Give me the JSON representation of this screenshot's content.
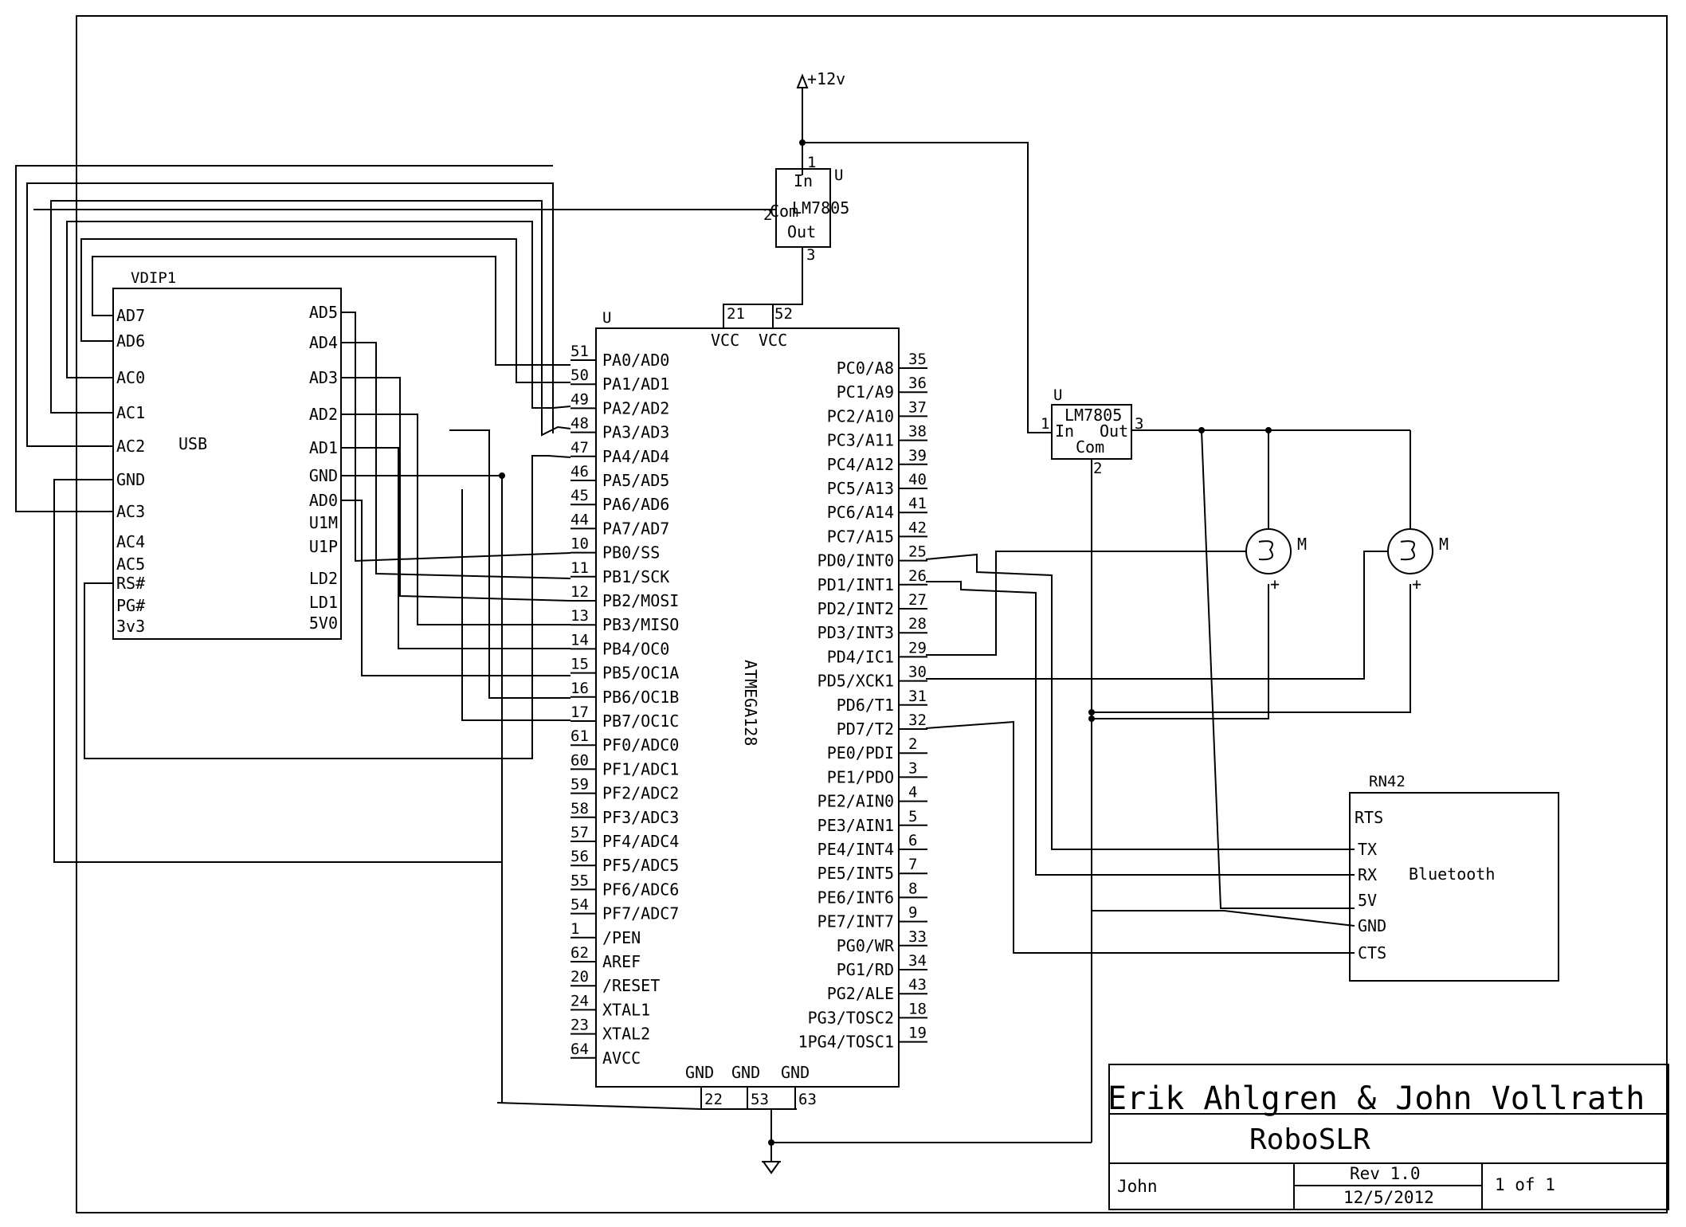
{
  "title_block": {
    "authors": "Erik Ahlgren & John Vollrath",
    "project": "RoboSLR",
    "drawn_by": "John",
    "revision": "Rev 1.0",
    "date": "12/5/2012",
    "sheet": "1 of 1"
  },
  "power": {
    "supply_label": "+12v"
  },
  "regulator_top": {
    "ref": "U",
    "part": "LM7805",
    "pin_in": "In",
    "pin_com": "Com",
    "pin_out": "Out",
    "n_in": "1",
    "n_com": "2",
    "n_out": "3"
  },
  "regulator_right": {
    "ref": "U",
    "part": "LM7805",
    "pin_in": "In",
    "pin_com": "Com",
    "pin_out": "Out",
    "n_in": "1",
    "n_com": "2",
    "n_out": "3"
  },
  "mcu": {
    "ref": "U",
    "part": "ATMEGA128",
    "top_pins": [
      {
        "name": "VCC",
        "num": "21"
      },
      {
        "name": "VCC",
        "num": "52"
      }
    ],
    "bottom_pins": [
      {
        "name": "GND",
        "num": "22"
      },
      {
        "name": "GND",
        "num": "53"
      },
      {
        "name": "GND",
        "num": "63"
      }
    ],
    "left_pins": [
      {
        "name": "PA0/AD0",
        "num": "51"
      },
      {
        "name": "PA1/AD1",
        "num": "50"
      },
      {
        "name": "PA2/AD2",
        "num": "49"
      },
      {
        "name": "PA3/AD3",
        "num": "48"
      },
      {
        "name": "PA4/AD4",
        "num": "47"
      },
      {
        "name": "PA5/AD5",
        "num": "46"
      },
      {
        "name": "PA6/AD6",
        "num": "45"
      },
      {
        "name": "PA7/AD7",
        "num": "44"
      },
      {
        "name": "PB0/SS",
        "num": "10"
      },
      {
        "name": "PB1/SCK",
        "num": "11"
      },
      {
        "name": "PB2/MOSI",
        "num": "12"
      },
      {
        "name": "PB3/MISO",
        "num": "13"
      },
      {
        "name": "PB4/OC0",
        "num": "14"
      },
      {
        "name": "PB5/OC1A",
        "num": "15"
      },
      {
        "name": "PB6/OC1B",
        "num": "16"
      },
      {
        "name": "PB7/OC1C",
        "num": "17"
      },
      {
        "name": "PF0/ADC0",
        "num": "61"
      },
      {
        "name": "PF1/ADC1",
        "num": "60"
      },
      {
        "name": "PF2/ADC2",
        "num": "59"
      },
      {
        "name": "PF3/ADC3",
        "num": "58"
      },
      {
        "name": "PF4/ADC4",
        "num": "57"
      },
      {
        "name": "PF5/ADC5",
        "num": "56"
      },
      {
        "name": "PF6/ADC6",
        "num": "55"
      },
      {
        "name": "PF7/ADC7",
        "num": "54"
      },
      {
        "name": "/PEN",
        "num": "1"
      },
      {
        "name": "AREF",
        "num": "62"
      },
      {
        "name": "/RESET",
        "num": "20"
      },
      {
        "name": "XTAL1",
        "num": "24"
      },
      {
        "name": "XTAL2",
        "num": "23"
      },
      {
        "name": "AVCC",
        "num": "64"
      }
    ],
    "right_pins": [
      {
        "name": "PC0/A8",
        "num": "35"
      },
      {
        "name": "PC1/A9",
        "num": "36"
      },
      {
        "name": "PC2/A10",
        "num": "37"
      },
      {
        "name": "PC3/A11",
        "num": "38"
      },
      {
        "name": "PC4/A12",
        "num": "39"
      },
      {
        "name": "PC5/A13",
        "num": "40"
      },
      {
        "name": "PC6/A14",
        "num": "41"
      },
      {
        "name": "PC7/A15",
        "num": "42"
      },
      {
        "name": "PD0/INT0",
        "num": "25"
      },
      {
        "name": "PD1/INT1",
        "num": "26"
      },
      {
        "name": "PD2/INT2",
        "num": "27"
      },
      {
        "name": "PD3/INT3",
        "num": "28"
      },
      {
        "name": "PD4/IC1",
        "num": "29"
      },
      {
        "name": "PD5/XCK1",
        "num": "30"
      },
      {
        "name": "PD6/T1",
        "num": "31"
      },
      {
        "name": "PD7/T2",
        "num": "32"
      },
      {
        "name": "PE0/PDI",
        "num": "2"
      },
      {
        "name": "PE1/PDO",
        "num": "3"
      },
      {
        "name": "PE2/AIN0",
        "num": "4"
      },
      {
        "name": "PE3/AIN1",
        "num": "5"
      },
      {
        "name": "PE4/INT4",
        "num": "6"
      },
      {
        "name": "PE5/INT5",
        "num": "7"
      },
      {
        "name": "PE6/INT6",
        "num": "8"
      },
      {
        "name": "PE7/INT7",
        "num": "9"
      },
      {
        "name": "PG0/WR",
        "num": "33"
      },
      {
        "name": "PG1/RD",
        "num": "34"
      },
      {
        "name": "PG2/ALE",
        "num": "43"
      },
      {
        "name": "PG3/TOSC2",
        "num": "18"
      },
      {
        "name": "1PG4/TOSC1",
        "num": "19"
      }
    ]
  },
  "usb": {
    "ref": "VDIP1",
    "center_label": "USB",
    "left_pins": [
      "AD7",
      "AD6",
      "AC0",
      "AC1",
      "AC2",
      "GND",
      "AC3",
      "AC4",
      "AC5",
      "RS#",
      "PG#",
      "3v3"
    ],
    "right_pins": [
      "AD5",
      "AD4",
      "AD3",
      "AD2",
      "AD1",
      "GND",
      "AD0",
      "U1M",
      "U1P",
      "LD2",
      "LD1",
      "5V0"
    ]
  },
  "bluetooth": {
    "ref": "RN42",
    "center_label": "Bluetooth",
    "pins": [
      "RTS",
      "TX",
      "RX",
      "5V",
      "GND",
      "CTS"
    ]
  },
  "motors": [
    {
      "label": "M",
      "plus": "+"
    },
    {
      "label": "M",
      "plus": "+"
    }
  ]
}
